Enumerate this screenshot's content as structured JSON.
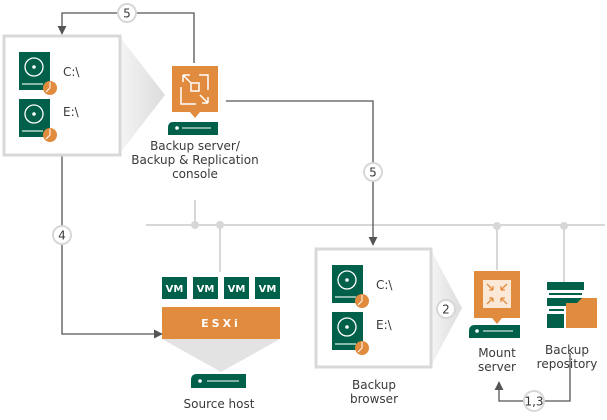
{
  "colors": {
    "green": "#00604a",
    "orange": "#e18b3e",
    "line_dark": "#555555",
    "line_light": "#d7d7d7",
    "box_border": "#d8d8d8",
    "funnel": "#e3e3e3"
  },
  "nodes": {
    "backup_server": {
      "label_lines": [
        "Backup server/",
        "Backup & Replication",
        "console"
      ],
      "icon": "backup-server-icon"
    },
    "source_host": {
      "label": "Source host",
      "hypervisor": "ESXi",
      "vms": [
        "VM",
        "VM",
        "VM",
        "VM"
      ]
    },
    "backup_browser": {
      "label_lines": [
        "Backup",
        "browser"
      ],
      "drives": [
        "C:\\",
        "E:\\"
      ]
    },
    "local_drives": {
      "drives": [
        "C:\\",
        "E:\\"
      ]
    },
    "mount_server": {
      "label_lines": [
        "Mount",
        "server"
      ],
      "icon": "mount-server-icon"
    },
    "backup_repository": {
      "label_lines": [
        "Backup",
        "repository"
      ],
      "icon": "repository-icon"
    }
  },
  "steps": {
    "top_loop": "5",
    "server_to_browser": "5",
    "drives_to_host": "4",
    "browser_to_mount": "2",
    "repo_to_mount": "1,3"
  }
}
